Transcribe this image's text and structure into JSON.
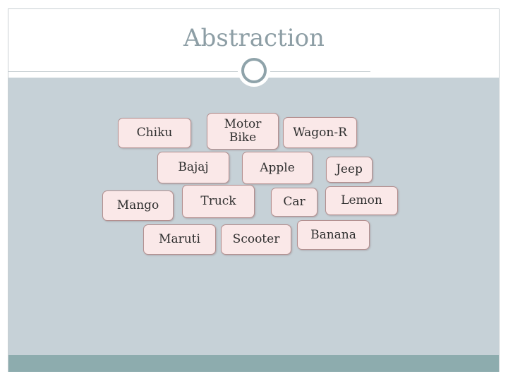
{
  "slide": {
    "title": "Abstraction"
  },
  "words": {
    "chiku": "Chiku",
    "motor_bike": "Motor\nBike",
    "wagon_r": "Wagon-R",
    "bajaj": "Bajaj",
    "apple": "Apple",
    "jeep": "Jeep",
    "mango": "Mango",
    "truck": "Truck",
    "car": "Car",
    "lemon": "Lemon",
    "maruti": "Maruti",
    "scooter": "Scooter",
    "banana": "Banana"
  },
  "colors": {
    "title": "#8d9ea5",
    "content_bg": "#c6d1d7",
    "footer_bg": "#8dacae",
    "box_fill": "#fae8e8",
    "box_border": "#b38f8f"
  },
  "icons": {
    "title_divider": "circle-ring-icon"
  }
}
